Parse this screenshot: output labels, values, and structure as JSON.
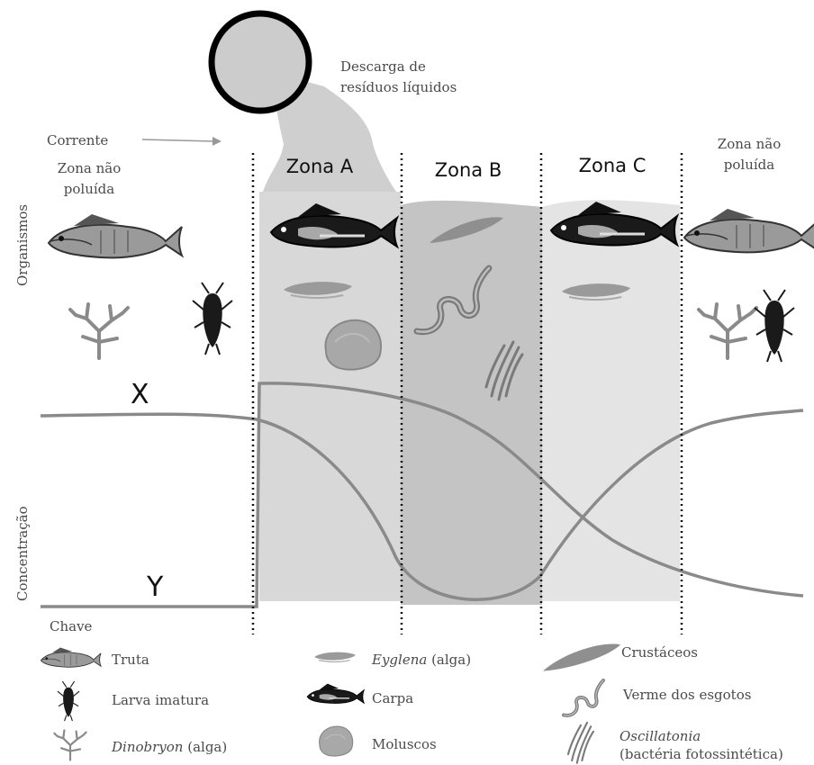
{
  "discharge_label_line1": "Descarga de",
  "discharge_label_line2": "resíduos líquidos",
  "current_label": "Corrente",
  "left_zone_line1": "Zona não",
  "left_zone_line2": "poluída",
  "right_zone_line1": "Zona não",
  "right_zone_line2": "poluída",
  "zones": [
    "Zona A",
    "Zona B",
    "Zona C"
  ],
  "axis_organisms": "Organismos",
  "axis_concentration": "Concentração",
  "curve_x_label": "X",
  "curve_y_label": "Y",
  "key_title": "Chave",
  "legend": {
    "truta": "Truta",
    "larva": "Larva imatura",
    "dinobryon": "Dinobryon",
    "dinobryon_suffix": " (alga)",
    "euglena": "Eyglena",
    "euglena_suffix": " (alga)",
    "carpa": "Carpa",
    "moluscos": "Moluscos",
    "crustaceos": "Crustáceos",
    "verme": "Verme dos esgotos",
    "oscillatonia": "Oscillatonia",
    "oscillatonia_line2": "(bactéria fotossintética)"
  },
  "colors": {
    "water_light": "#e2e2e2",
    "water_dark": "#c6c6c6",
    "curve": "#8a8a8a",
    "fish_dark": "#1a1a1a"
  }
}
